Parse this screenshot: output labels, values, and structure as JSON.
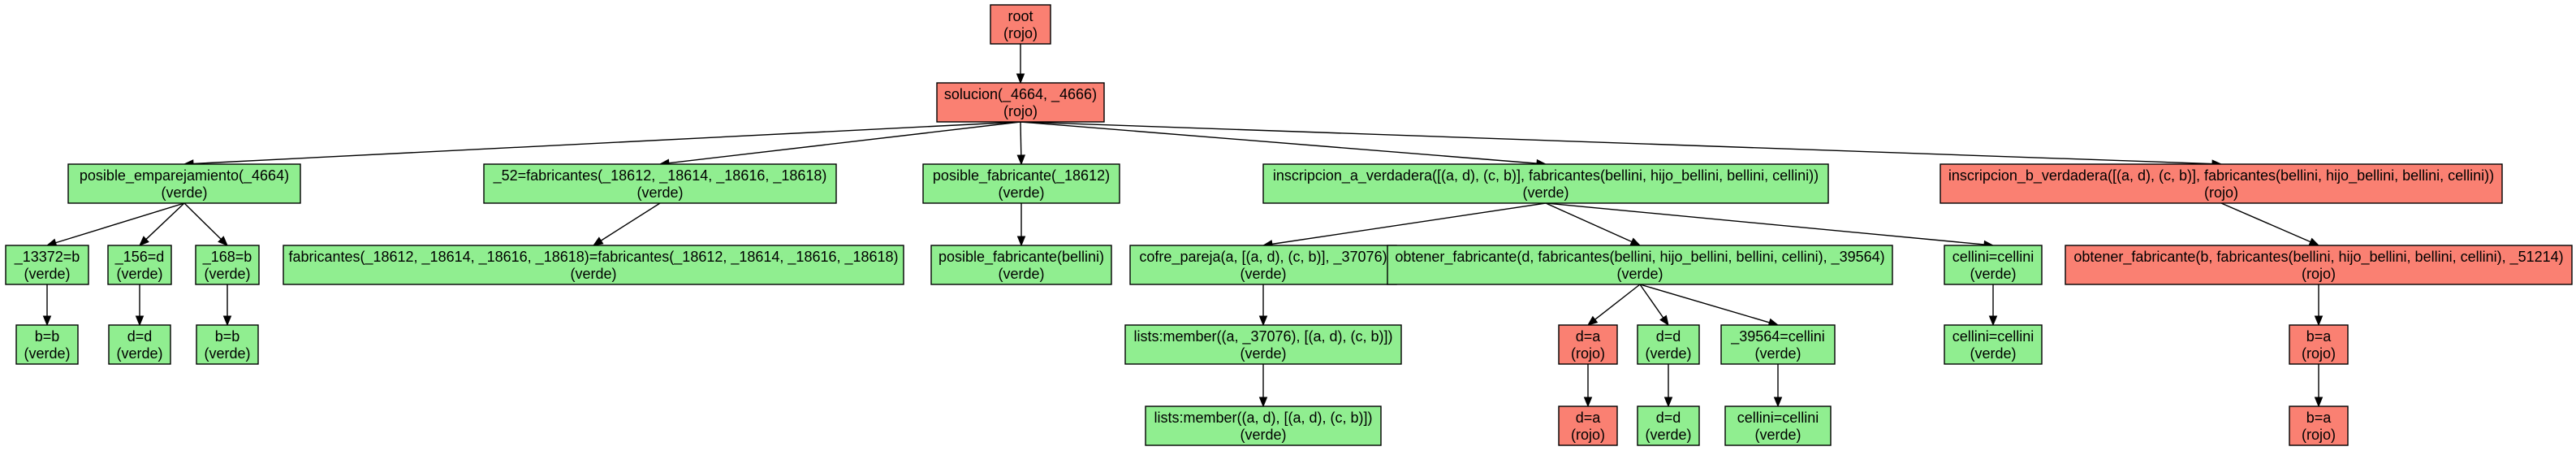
{
  "colors": {
    "rojo": "#fa8072",
    "verde": "#90ee90"
  },
  "nodes": [
    {
      "id": "n0",
      "line1": "root",
      "line2": "(rojo)",
      "status": "rojo"
    },
    {
      "id": "n1",
      "line1": "solucion(_4664, _4666)",
      "line2": "(rojo)",
      "status": "rojo"
    },
    {
      "id": "n2",
      "line1": "posible_emparejamiento(_4664)",
      "line2": "(verde)",
      "status": "verde"
    },
    {
      "id": "n3",
      "line1": "_52=fabricantes(_18612, _18614, _18616, _18618)",
      "line2": "(verde)",
      "status": "verde"
    },
    {
      "id": "n4",
      "line1": "posible_fabricante(_18612)",
      "line2": "(verde)",
      "status": "verde"
    },
    {
      "id": "n5",
      "line1": "inscripcion_a_verdadera([(a, d), (c, b)], fabricantes(bellini, hijo_bellini, bellini, cellini))",
      "line2": "(verde)",
      "status": "verde"
    },
    {
      "id": "n6",
      "line1": "inscripcion_b_verdadera([(a, d), (c, b)], fabricantes(bellini, hijo_bellini, bellini, cellini))",
      "line2": "(rojo)",
      "status": "rojo"
    },
    {
      "id": "n7",
      "line1": "_13372=b",
      "line2": "(verde)",
      "status": "verde"
    },
    {
      "id": "n8",
      "line1": "_156=d",
      "line2": "(verde)",
      "status": "verde"
    },
    {
      "id": "n9",
      "line1": "_168=b",
      "line2": "(verde)",
      "status": "verde"
    },
    {
      "id": "n10",
      "line1": "b=b",
      "line2": "(verde)",
      "status": "verde"
    },
    {
      "id": "n11",
      "line1": "d=d",
      "line2": "(verde)",
      "status": "verde"
    },
    {
      "id": "n12",
      "line1": "b=b",
      "line2": "(verde)",
      "status": "verde"
    },
    {
      "id": "n13",
      "line1": "fabricantes(_18612, _18614, _18616, _18618)=fabricantes(_18612, _18614, _18616, _18618)",
      "line2": "(verde)",
      "status": "verde"
    },
    {
      "id": "n14",
      "line1": "posible_fabricante(bellini)",
      "line2": "(verde)",
      "status": "verde"
    },
    {
      "id": "n15",
      "line1": "cofre_pareja(a, [(a, d), (c, b)], _37076)",
      "line2": "(verde)",
      "status": "verde"
    },
    {
      "id": "n16",
      "line1": "obtener_fabricante(d, fabricantes(bellini, hijo_bellini, bellini, cellini), _39564)",
      "line2": "(verde)",
      "status": "verde"
    },
    {
      "id": "n17",
      "line1": "cellini=cellini",
      "line2": "(verde)",
      "status": "verde"
    },
    {
      "id": "n18",
      "line1": "obtener_fabricante(b, fabricantes(bellini, hijo_bellini, bellini, cellini), _51214)",
      "line2": "(rojo)",
      "status": "rojo"
    },
    {
      "id": "n19",
      "line1": "lists:member((a, _37076), [(a, d), (c, b)])",
      "line2": "(verde)",
      "status": "verde"
    },
    {
      "id": "n20",
      "line1": "lists:member((a, d), [(a, d), (c, b)])",
      "line2": "(verde)",
      "status": "verde"
    },
    {
      "id": "n21",
      "line1": "d=a",
      "line2": "(rojo)",
      "status": "rojo"
    },
    {
      "id": "n22",
      "line1": "d=d",
      "line2": "(verde)",
      "status": "verde"
    },
    {
      "id": "n23",
      "line1": "_39564=cellini",
      "line2": "(verde)",
      "status": "verde"
    },
    {
      "id": "n24",
      "line1": "d=a",
      "line2": "(rojo)",
      "status": "rojo"
    },
    {
      "id": "n25",
      "line1": "d=d",
      "line2": "(verde)",
      "status": "verde"
    },
    {
      "id": "n26",
      "line1": "cellini=cellini",
      "line2": "(verde)",
      "status": "verde"
    },
    {
      "id": "n27",
      "line1": "cellini=cellini",
      "line2": "(verde)",
      "status": "verde"
    },
    {
      "id": "n28",
      "line1": "b=a",
      "line2": "(rojo)",
      "status": "rojo"
    },
    {
      "id": "n29",
      "line1": "b=a",
      "line2": "(rojo)",
      "status": "rojo"
    }
  ],
  "edges": [
    [
      "n0",
      "n1"
    ],
    [
      "n1",
      "n2"
    ],
    [
      "n1",
      "n3"
    ],
    [
      "n1",
      "n4"
    ],
    [
      "n1",
      "n5"
    ],
    [
      "n1",
      "n6"
    ],
    [
      "n2",
      "n7"
    ],
    [
      "n2",
      "n8"
    ],
    [
      "n2",
      "n9"
    ],
    [
      "n7",
      "n10"
    ],
    [
      "n8",
      "n11"
    ],
    [
      "n9",
      "n12"
    ],
    [
      "n3",
      "n13"
    ],
    [
      "n4",
      "n14"
    ],
    [
      "n5",
      "n15"
    ],
    [
      "n5",
      "n16"
    ],
    [
      "n5",
      "n17"
    ],
    [
      "n6",
      "n18"
    ],
    [
      "n15",
      "n19"
    ],
    [
      "n19",
      "n20"
    ],
    [
      "n16",
      "n21"
    ],
    [
      "n16",
      "n22"
    ],
    [
      "n16",
      "n23"
    ],
    [
      "n21",
      "n24"
    ],
    [
      "n22",
      "n25"
    ],
    [
      "n23",
      "n26"
    ],
    [
      "n17",
      "n27"
    ],
    [
      "n18",
      "n28"
    ],
    [
      "n28",
      "n29"
    ]
  ]
}
